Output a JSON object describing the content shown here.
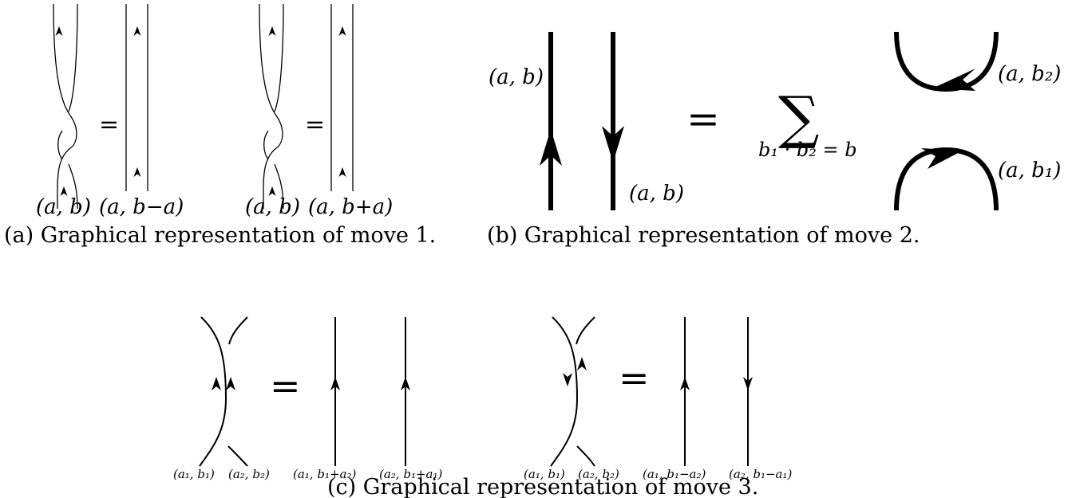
{
  "panel_a": {
    "equals_symbol": "=",
    "label_left_1": "(a, b)",
    "label_right_1": "(a, b−a)",
    "label_left_2": "(a, b)",
    "label_right_2": "(a, b+a)",
    "caption": "(a) Graphical representation of move 1."
  },
  "panel_b": {
    "equals_symbol": "=",
    "label_upward_strand": "(a, b)",
    "label_downward_strand": "(a, b)",
    "sum_symbol": "∑",
    "sum_condition": "b₁ · b₂ = b",
    "label_cup": "(a, b₂)",
    "label_cap": "(a, b₁)",
    "caption": "(b) Graphical representation of move 2."
  },
  "panel_c": {
    "equals_symbol": "=",
    "eq1_label_left": "(a₁, b₁)",
    "eq1_label_right": "(a₂, b₂)",
    "eq1_result_left": "(a₁, b₁+a₂)",
    "eq1_result_right": "(a₂, b₁+a₁)",
    "eq2_label_left": "(a₁, b₁)",
    "eq2_label_right": "(a₂, b₂)",
    "eq2_result_left": "(a₁, b₁−a₂)",
    "eq2_result_right": "(a₂, b₁−a₁)",
    "caption": "(c) Graphical representation of move 3."
  }
}
